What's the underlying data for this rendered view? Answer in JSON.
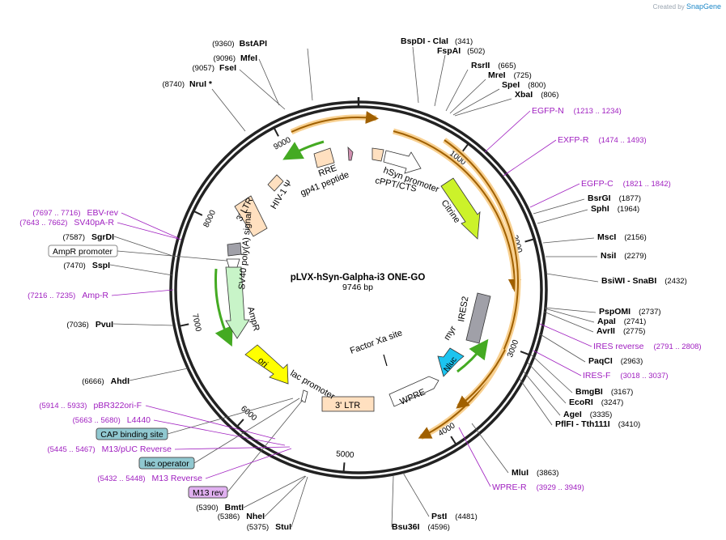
{
  "credit": {
    "prefix": "Created by",
    "brand": "SnapGene"
  },
  "plasmid": {
    "name": "pLVX-hSyn-Galpha-i3 ONE-GO",
    "length": "9746 bp",
    "total_bp": 9746
  },
  "ring_ticks": [
    {
      "label": "1000",
      "bp": 1000
    },
    {
      "label": "2000",
      "bp": 2000
    },
    {
      "label": "3000",
      "bp": 3000
    },
    {
      "label": "4000",
      "bp": 4000
    },
    {
      "label": "5000",
      "bp": 5000
    },
    {
      "label": "6000",
      "bp": 6000
    },
    {
      "label": "7000",
      "bp": 7000
    },
    {
      "label": "8000",
      "bp": 8000
    },
    {
      "label": "9000",
      "bp": 9000
    }
  ],
  "enzymes": [
    {
      "name": "BstAPI",
      "pos": "(9360)",
      "bp": 9360
    },
    {
      "name": "MfeI",
      "pos": "(9096)",
      "bp": 9096
    },
    {
      "name": "FseI",
      "pos": "(9057)",
      "bp": 9057
    },
    {
      "name": "NruI *",
      "pos": "(8740)",
      "bp": 8740
    },
    {
      "name": "BspDI  - ClaI",
      "pos": "(341)",
      "bp": 341
    },
    {
      "name": "FspAI",
      "pos": "(502)",
      "bp": 502
    },
    {
      "name": "RsrII",
      "pos": "(665)",
      "bp": 665
    },
    {
      "name": "MreI",
      "pos": "(725)",
      "bp": 725
    },
    {
      "name": "SpeI",
      "pos": "(800)",
      "bp": 800
    },
    {
      "name": "XbaI",
      "pos": "(806)",
      "bp": 806
    },
    {
      "name": "BsrGI",
      "pos": "(1877)",
      "bp": 1877
    },
    {
      "name": "SphI",
      "pos": "(1964)",
      "bp": 1964
    },
    {
      "name": "MscI",
      "pos": "(2156)",
      "bp": 2156
    },
    {
      "name": "NsiI",
      "pos": "(2279)",
      "bp": 2279
    },
    {
      "name": "BsiWI  - SnaBI",
      "pos": "(2432)",
      "bp": 2432
    },
    {
      "name": "PspOMI",
      "pos": "(2737)",
      "bp": 2737
    },
    {
      "name": "ApaI",
      "pos": "(2741)",
      "bp": 2741
    },
    {
      "name": "AvrII",
      "pos": "(2775)",
      "bp": 2775
    },
    {
      "name": "PaqCI",
      "pos": "(2963)",
      "bp": 2963
    },
    {
      "name": "BmgBI",
      "pos": "(3167)",
      "bp": 3167
    },
    {
      "name": "EcoRI",
      "pos": "(3247)",
      "bp": 3247
    },
    {
      "name": "AgeI",
      "pos": "(3335)",
      "bp": 3335
    },
    {
      "name": "PflFI  - Tth111I",
      "pos": "(3410)",
      "bp": 3410
    },
    {
      "name": "MluI",
      "pos": "(3863)",
      "bp": 3863
    },
    {
      "name": "PstI",
      "pos": "(4481)",
      "bp": 4481
    },
    {
      "name": "Bsu36I",
      "pos": "(4596)",
      "bp": 4596
    },
    {
      "name": "StuI",
      "pos": "(5375)",
      "bp": 5375
    },
    {
      "name": "NheI",
      "pos": "(5386)",
      "bp": 5386
    },
    {
      "name": "BmtI",
      "pos": "(5390)",
      "bp": 5390
    },
    {
      "name": "AhdI",
      "pos": "(6666)",
      "bp": 6666
    },
    {
      "name": "PvuI",
      "pos": "(7036)",
      "bp": 7036
    },
    {
      "name": "SspI",
      "pos": "(7470)",
      "bp": 7470
    },
    {
      "name": "SgrDI",
      "pos": "(7587)",
      "bp": 7587
    }
  ],
  "primers": [
    {
      "name": "EGFP-N",
      "range": "(1213 .. 1234)",
      "bp": 1223
    },
    {
      "name": "EXFP-R",
      "range": "(1474 .. 1493)",
      "bp": 1483
    },
    {
      "name": "EGFP-C",
      "range": "(1821 .. 1842)",
      "bp": 1831
    },
    {
      "name": "IRES reverse",
      "range": "(2791 .. 2808)",
      "bp": 2800
    },
    {
      "name": "IRES-F",
      "range": "(3018 .. 3037)",
      "bp": 3027
    },
    {
      "name": "WPRE-R",
      "range": "(3929 .. 3949)",
      "bp": 3939
    },
    {
      "name": "EBV-rev",
      "range": "(7697 .. 7716)",
      "bp": 7706
    },
    {
      "name": "SV40pA-R",
      "range": "(7643 .. 7662)",
      "bp": 7652
    },
    {
      "name": "Amp-R",
      "range": "(7216 .. 7235)",
      "bp": 7225
    },
    {
      "name": "pBR322ori-F",
      "range": "(5914 .. 5933)",
      "bp": 5923
    },
    {
      "name": "L4440",
      "range": "(5663 .. 5680)",
      "bp": 5671
    },
    {
      "name": "M13/pUC Reverse",
      "range": "(5445 .. 5467)",
      "bp": 5456
    },
    {
      "name": "M13 Reverse",
      "range": "(5432 .. 5448)",
      "bp": 5440
    }
  ],
  "boxed_features": [
    {
      "name": "AmpR promoter",
      "style": "white"
    },
    {
      "name": "CAP binding site",
      "style": "teal"
    },
    {
      "name": "lac operator",
      "style": "teal"
    },
    {
      "name": "M13 rev",
      "style": "purple"
    }
  ],
  "features": [
    {
      "name": "hSyn promoter",
      "color": "#ffffff"
    },
    {
      "name": "cPPT/CTS",
      "color": "#ffe0c0"
    },
    {
      "name": "Citrine",
      "color": "#ccf22a"
    },
    {
      "name": "IRES2",
      "color": "#a0a0a8"
    },
    {
      "name": "myr",
      "color": "#a0a0a8"
    },
    {
      "name": "Nluc",
      "color": "#1cc4f0"
    },
    {
      "name": "WPRE",
      "color": "#ffffff"
    },
    {
      "name": "Factor Xa site",
      "color": "#000000"
    },
    {
      "name": "3' LTR",
      "color": "#ffe0c0"
    },
    {
      "name": "lac promoter",
      "color": "#ffffff"
    },
    {
      "name": "ori",
      "color": "#ffff00"
    },
    {
      "name": "AmpR",
      "color": "#c8f4c8"
    },
    {
      "name": "SV40 poly(A) signal",
      "color": "#a0a0a8"
    },
    {
      "name": "3' LTR",
      "color": "#ffe0c0"
    },
    {
      "name": "HIV-1 Ψ",
      "color": "#ffe0c0"
    },
    {
      "name": "RRE",
      "color": "#ffe0c0"
    },
    {
      "name": "gp41 peptide",
      "color": "#d090b0"
    }
  ],
  "colors": {
    "enzyme": "#000000",
    "primer": "#a020c0",
    "orf_arrow": "#a06000",
    "orf_glow": "#f8d090",
    "green_arrow": "#44aa22"
  }
}
